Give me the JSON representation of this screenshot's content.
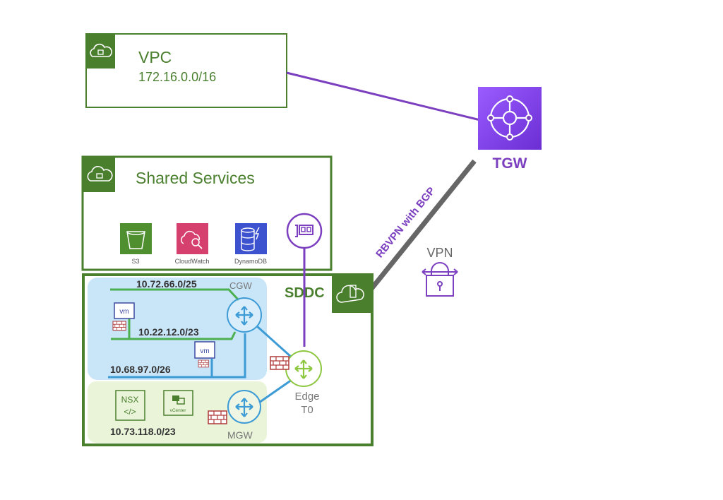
{
  "colors": {
    "green": "#4a7f2e",
    "purple": "#7b3fbf",
    "blue": "#3d9bd6",
    "edge_green": "#8dc63f",
    "gray": "#666666",
    "cgw_fill": "#c9e6f9",
    "mgw_fill": "#e9f4d9",
    "firewall": "#b03a3a"
  },
  "vpc": {
    "title": "VPC",
    "cidr": "172.16.0.0/16",
    "icon": "cloud-lock-icon"
  },
  "tgw": {
    "label": "TGW",
    "icon": "transit-gateway-icon"
  },
  "link": {
    "label": "RBVPN with BGP"
  },
  "vpn": {
    "label": "VPN",
    "icon": "vpn-lock-icon"
  },
  "shared": {
    "title": "Shared Services",
    "icon": "cloud-lock-icon",
    "services": [
      {
        "label": "S3",
        "icon": "s3-bucket-icon"
      },
      {
        "label": "CloudWatch",
        "icon": "cloudwatch-icon"
      },
      {
        "label": "DynamoDB",
        "icon": "dynamodb-icon"
      }
    ]
  },
  "sddc": {
    "title": "SDDC",
    "icon": "sddc-cloud-icon",
    "cgw": {
      "label": "CGW",
      "segments": [
        "10.72.66.0/25",
        "10.22.12.0/23",
        "10.68.97.0/26"
      ],
      "vm_label": "vm"
    },
    "mgw": {
      "label": "MGW",
      "segment": "10.73.118.0/23",
      "nsx_label": "NSX",
      "nsx_code": "</>",
      "vcenter_label": "vCenter"
    },
    "edge": {
      "label1": "Edge",
      "label2": "T0"
    }
  }
}
